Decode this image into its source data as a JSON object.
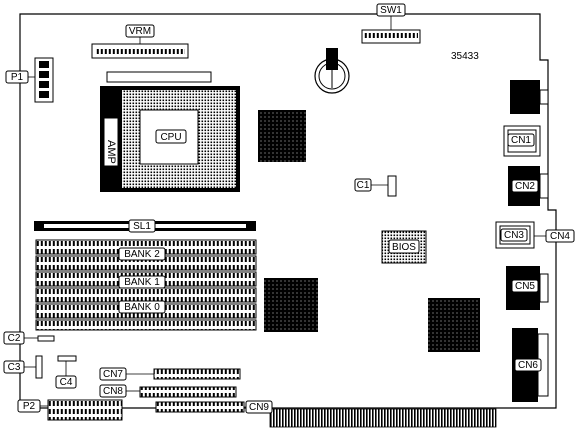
{
  "board_id": "35433",
  "labels": {
    "vrm": "VRM",
    "sw1": "SW1",
    "p1": "P1",
    "cpu": "CPU",
    "amp": "AMP",
    "c1": "C1",
    "sl1": "SL1",
    "bank2": "BANK 2",
    "bank1": "BANK 1",
    "bank0": "BANK 0",
    "bios": "BIOS",
    "c2": "C2",
    "c3": "C3",
    "c4": "C4",
    "cn1": "CN1",
    "cn2": "CN2",
    "cn3": "CN3",
    "cn4": "CN4",
    "cn5": "CN5",
    "cn6": "CN6",
    "cn7": "CN7",
    "cn8": "CN8",
    "cn9": "CN9",
    "p2": "P2"
  }
}
